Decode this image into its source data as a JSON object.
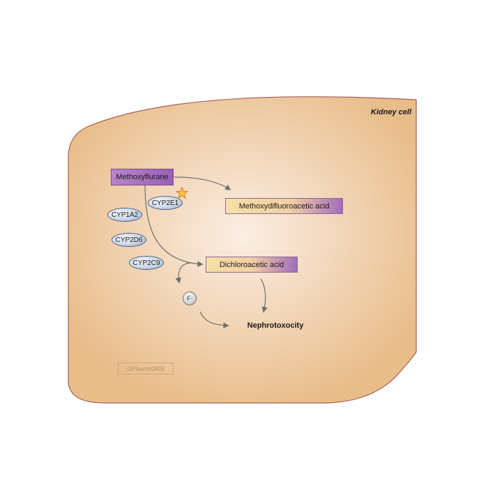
{
  "cell": {
    "label": "Kidney cell"
  },
  "drug": {
    "label": "Methoxyflurane"
  },
  "enzymes": [
    {
      "label": "CYP2E1",
      "highlighted": true
    },
    {
      "label": "CYP1A2"
    },
    {
      "label": "CYP2D6"
    },
    {
      "label": "CYP2C9"
    }
  ],
  "metabolites": [
    {
      "label": "Methoxydifluoroacetic acid"
    },
    {
      "label": "Dichloroacetic acid"
    }
  ],
  "ion": {
    "symbol": "F",
    "charge": "-"
  },
  "outcome": {
    "label": "Nephrotoxocity"
  },
  "watermark": {
    "text": "©PharmGKB"
  },
  "colors": {
    "cell_fill": "#e9bd8a",
    "cell_center": "#fbeee3",
    "cell_border": "#a0605a",
    "drug_box": "#a86ec0",
    "enzyme": "#c9d5e6",
    "arrow": "#6e6e6e",
    "star": "#f2a23c"
  }
}
